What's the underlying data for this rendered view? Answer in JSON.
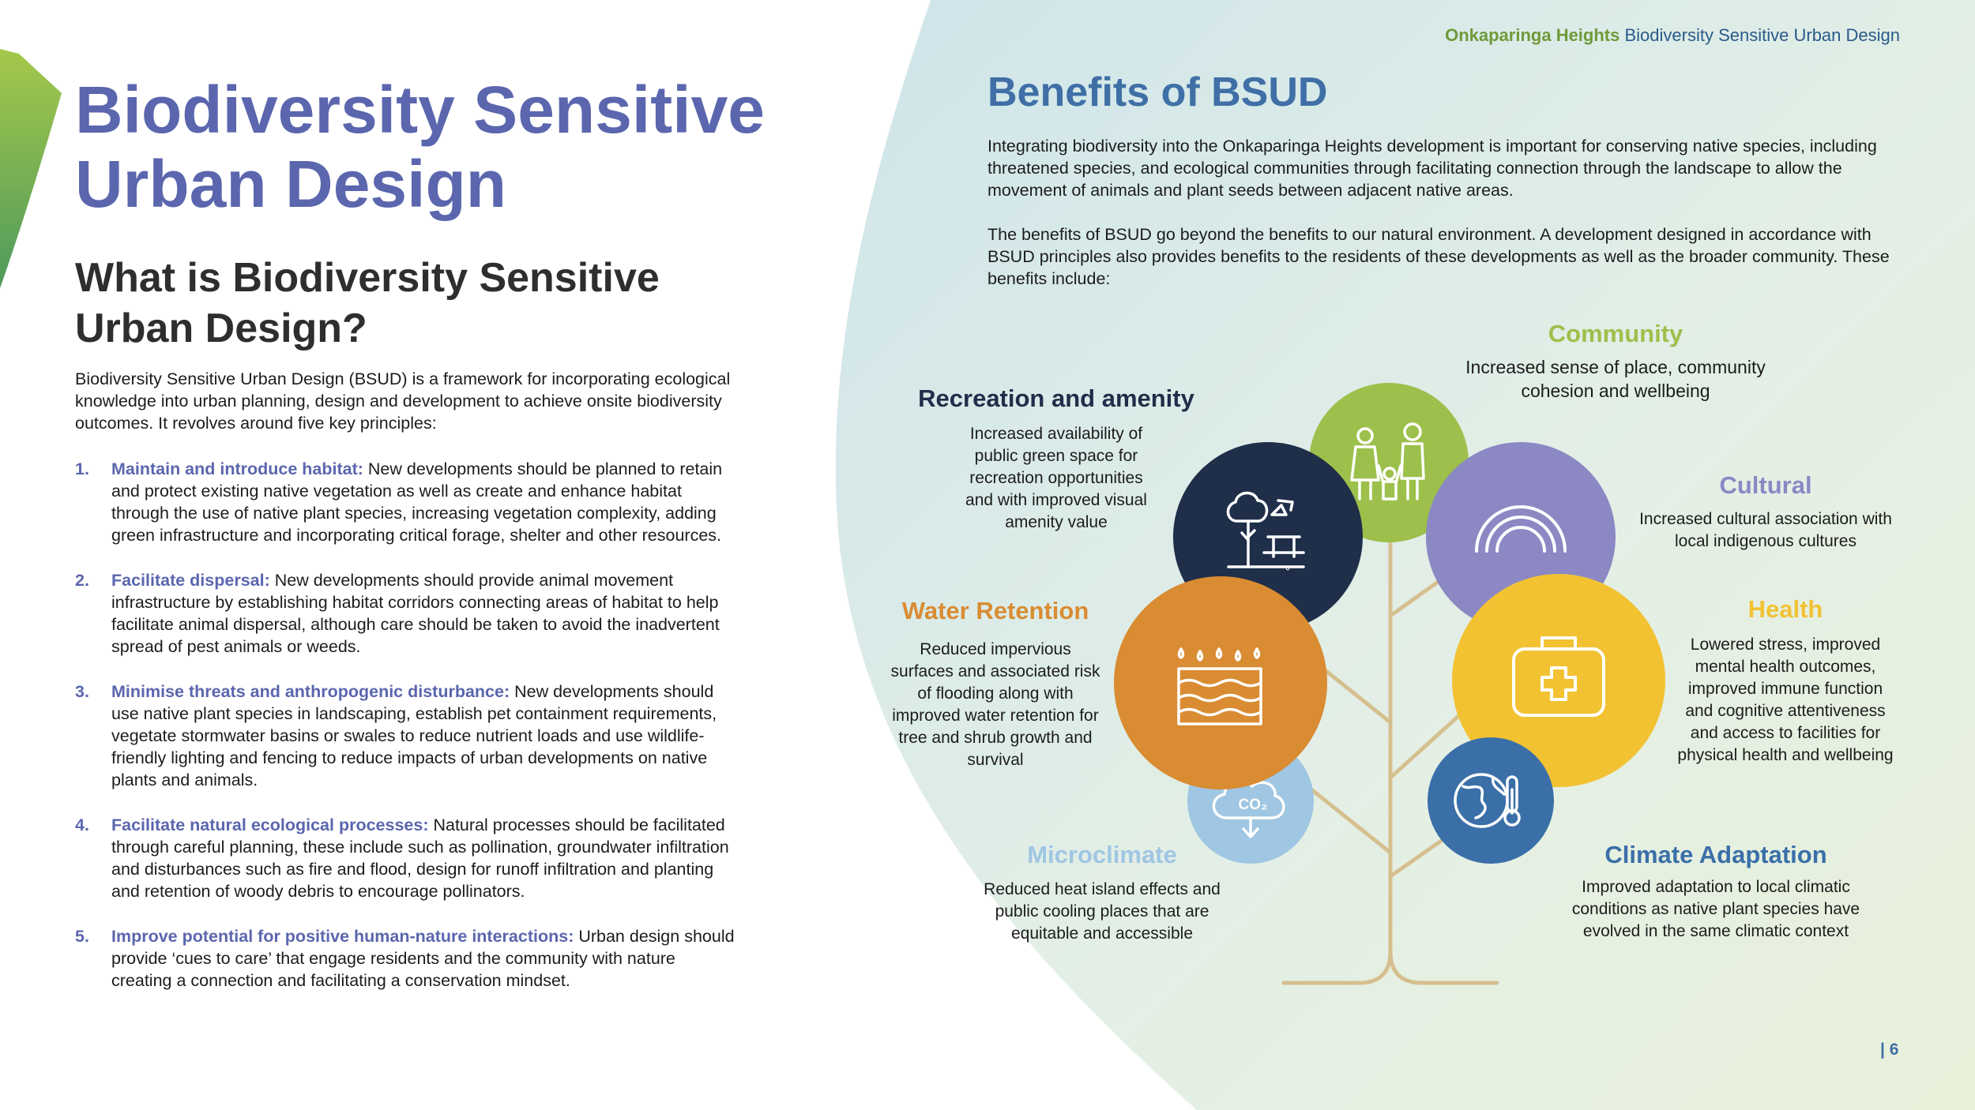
{
  "header": {
    "brand": "Onkaparinga Heights",
    "doc_title": "Biodiversity Sensitive Urban Design"
  },
  "left": {
    "title": "Biodiversity Sensitive Urban Design",
    "subtitle": "What is Biodiversity Sensitive Urban Design?",
    "intro": "Biodiversity Sensitive Urban Design (BSUD) is a framework for incorporating ecological knowledge into urban planning, design and development to achieve onsite biodiversity outcomes. It revolves around five key principles:",
    "principles": [
      {
        "num": "1.",
        "lead": "Maintain and introduce habitat:",
        "text": " New developments should be planned to retain and protect existing native vegetation as well as create and enhance habitat through the use of native plant species, increasing vegetation complexity, adding green infrastructure and incorporating critical forage, shelter and other resources."
      },
      {
        "num": "2.",
        "lead": "Facilitate dispersal:",
        "text": " New developments should provide animal movement infrastructure by establishing habitat corridors  connecting areas of habitat to help facilitate animal dispersal, although care should be taken to avoid the inadvertent spread of pest animals or weeds."
      },
      {
        "num": "3.",
        "lead": "Minimise threats and anthropogenic disturbance:",
        "text": " New developments should use native plant species in landscaping, establish pet containment requirements, vegetate stormwater basins or swales to reduce nutrient loads and use wildlife-friendly lighting and fencing  to reduce impacts of urban developments on native plants and animals."
      },
      {
        "num": "4.",
        "lead": "Facilitate natural ecological processes:",
        "text": " Natural processes should be facilitated through careful planning, these include such as pollination, groundwater infiltration and disturbances such as fire and flood, design for runoff infiltration and planting and retention of woody debris to encourage pollinators."
      },
      {
        "num": "5.",
        "lead": "Improve potential for positive human-nature interactions:",
        "text": " Urban design should provide ‘cues to care’ that engage residents and the community with nature creating a connection and facilitating a conservation mindset."
      }
    ]
  },
  "right": {
    "title": "Benefits of BSUD",
    "para1": "Integrating biodiversity into the Onkaparinga Heights development is important for conserving native species, including threatened species, and ecological communities through facilitating connection through the landscape to allow the movement of animals and plant seeds between adjacent native areas.",
    "para2": "The benefits of BSUD go beyond the benefits to our natural environment. A development designed in accordance with BSUD principles also provides benefits to the residents of these developments as well as the broader community. These benefits include:"
  },
  "benefits": {
    "community": {
      "label": "Community",
      "desc": "Increased sense of place, community cohesion and wellbeing",
      "color": "#9cc04b",
      "icon": "family-icon"
    },
    "recreation": {
      "label": "Recreation and amenity",
      "desc": "Increased availability of public green space for recreation opportunities and with improved visual amenity value",
      "color": "#1f2e49",
      "icon": "park-bench-icon"
    },
    "cultural": {
      "label": "Cultural",
      "desc": "Increased cultural association with local indigenous cultures",
      "color": "#8b88c4",
      "icon": "rainbow-icon"
    },
    "water": {
      "label": "Water Retention",
      "desc": "Reduced impervious surfaces and associated risk of flooding along with improved water retention for tree and shrub growth and survival",
      "color": "#d98c32",
      "icon": "rain-soil-icon"
    },
    "health": {
      "label": "Health",
      "desc": "Lowered stress, improved mental health outcomes, improved immune function and cognitive attentiveness and access to facilities for physical health and wellbeing",
      "color": "#f2c233",
      "icon": "first-aid-kit-icon"
    },
    "microclimate": {
      "label": "Microclimate",
      "desc": "Reduced heat island effects and public cooling places that are equitable and accessible",
      "color": "#9fc6e2",
      "icon": "co2-cloud-icon",
      "icon_text": "CO₂"
    },
    "climate": {
      "label": "Climate Adaptation",
      "desc": "Improved adaptation to local climatic conditions as native plant species have evolved in the same climatic context",
      "color": "#3a6fa8",
      "icon": "globe-thermometer-icon"
    }
  },
  "page_number": "| 6"
}
